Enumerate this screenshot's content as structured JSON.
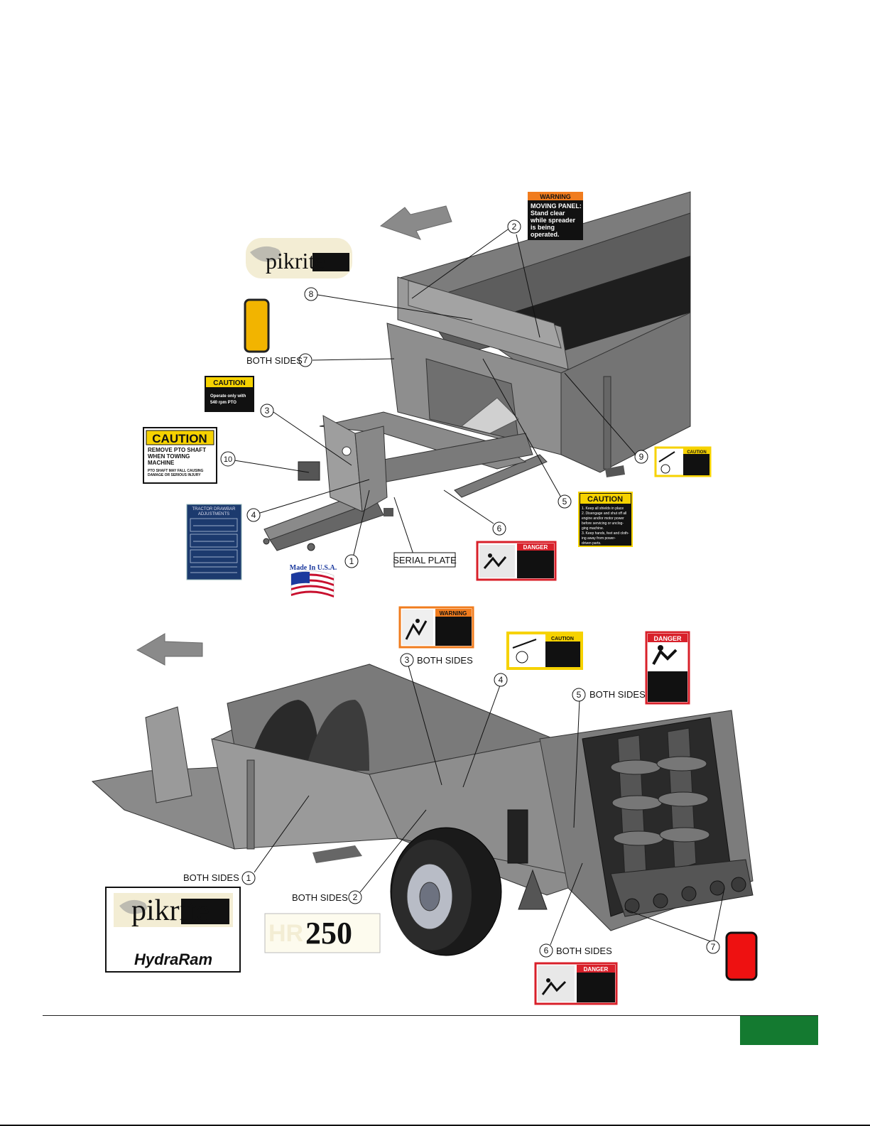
{
  "top": {
    "labels": {
      "both_sides_7": "BOTH SIDES",
      "serial_plate": "SERIAL PLATE"
    },
    "callouts": [
      "1",
      "2",
      "3",
      "4",
      "5",
      "6",
      "7",
      "8",
      "9",
      "10"
    ],
    "decals": {
      "warning_panel": {
        "header": "WARNING",
        "lines": [
          "MOVING PANEL:",
          "Stand clear",
          "while spreader",
          "is being",
          "operated."
        ]
      },
      "caution_540": {
        "header": "CAUTION",
        "lines": [
          "Operate only with",
          "540 rpm PTO"
        ]
      },
      "caution_pto": {
        "header": "CAUTION",
        "lines": [
          "REMOVE PTO SHAFT",
          "WHEN TOWING",
          "MACHINE"
        ],
        "sub": [
          "PTO SHAFT MAY FALL CAUSING",
          "DAMAGE OR SERIOUS INJURY"
        ]
      },
      "drawbar": {
        "title": [
          "TRACTOR DRAWBAR",
          "ADJUSTMENTS"
        ]
      },
      "made_in_usa": "Made In U.S.A.",
      "caution_shields": {
        "header": "CAUTION",
        "lines": [
          "1. Keep all shields in place",
          "2. Disengage and shut off all",
          "engine and/or motor power",
          "before servicing or unclog-",
          "ging machine.",
          "3. Keep hands, feet and cloth-",
          "ing away from power-",
          "driven parts."
        ]
      },
      "caution_small": {
        "header": "CAUTION"
      },
      "danger_entangle": {
        "header": "DANGER"
      }
    },
    "logo": "pikrite"
  },
  "bottom": {
    "labels": {
      "both_sides_1": "BOTH SIDES",
      "both_sides_2": "BOTH SIDES",
      "both_sides_3": "BOTH SIDES",
      "both_sides_5": "BOTH SIDES",
      "both_sides_6": "BOTH SIDES"
    },
    "callouts": [
      "1",
      "2",
      "3",
      "4",
      "5",
      "6",
      "7"
    ],
    "decals": {
      "warning_top": {
        "header": "WARNING"
      },
      "caution_top": {
        "header": "CAUTION"
      },
      "danger_top": {
        "header": "DANGER"
      },
      "danger_bottom": {
        "header": "DANGER"
      }
    },
    "logo": "pikrite",
    "logo_sub": "HydraRam",
    "model_prefix": "HR",
    "model": "250"
  },
  "colors": {
    "machine": "#8c8c8c",
    "machine_dark": "#5e5e5e",
    "machine_light": "#b2b2b2",
    "caution_yellow": "#f6d200",
    "warning_orange": "#f07c1e",
    "danger_red": "#d8202a",
    "reflector_amber": "#f2b400",
    "reflector_red": "#ee1111",
    "footer_green": "#147a30"
  }
}
